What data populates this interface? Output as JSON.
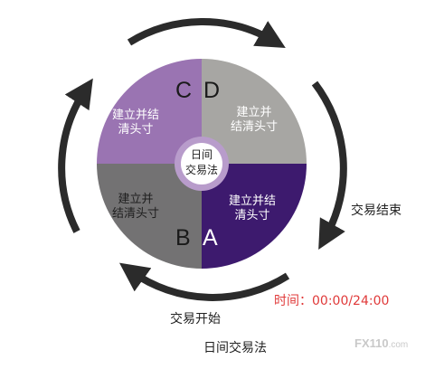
{
  "diagram": {
    "center_label": [
      "日间",
      "交易法"
    ],
    "quadrants": {
      "top_left": {
        "text": [
          "建立并结",
          "清头寸"
        ],
        "letter": "C",
        "color": "#9A74B2"
      },
      "top_right": {
        "text": [
          "建立并",
          "结清头寸"
        ],
        "letter": "D",
        "color": "#A7A6A3"
      },
      "bottom_left": {
        "text": [
          "建立并",
          "结清头寸"
        ],
        "letter": "B",
        "color": "#737273"
      },
      "bottom_right": {
        "text": [
          "建立并结",
          "清头寸"
        ],
        "letter": "A",
        "color": "#3D1A6E"
      }
    },
    "ring_color": "#B89CCB",
    "arrow_color": "#2B2B2B",
    "trade_end_label": "交易结束",
    "trade_start_label": "交易开始",
    "time_label": "时间：00:00/24:00",
    "time_color": "#E03A3A",
    "caption": "日间交易法"
  },
  "watermark": {
    "brand": "FX110",
    "suffix": ".com"
  }
}
